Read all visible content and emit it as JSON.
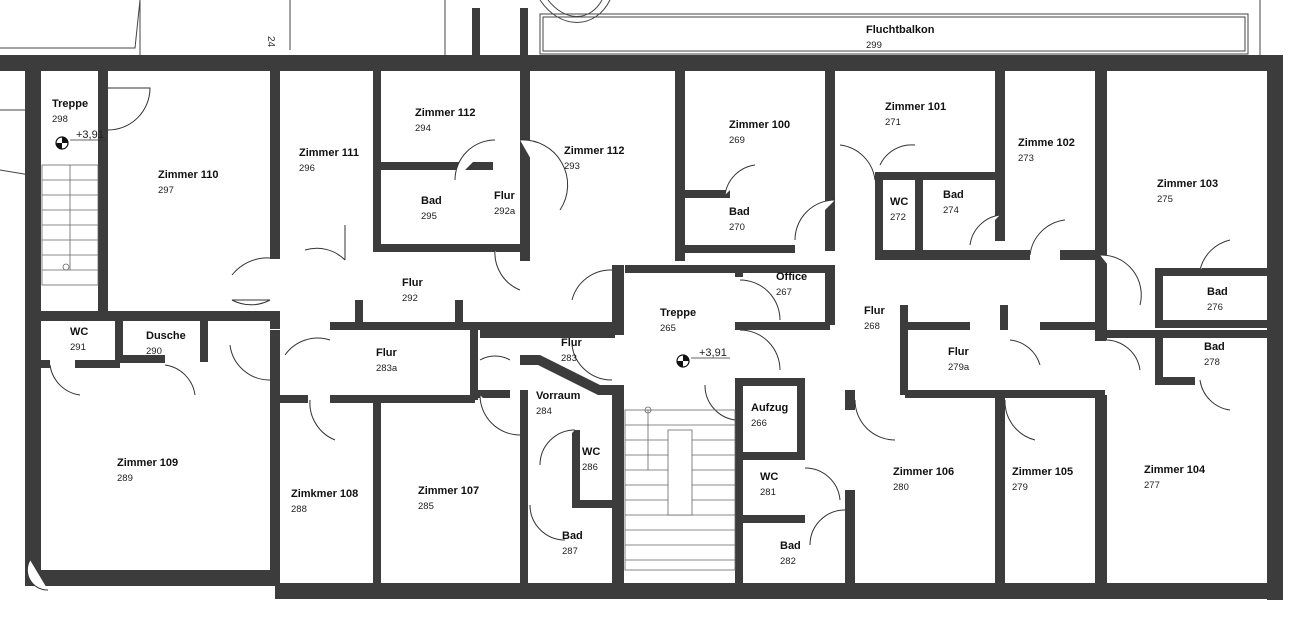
{
  "rooms": [
    {
      "id": "fluchtbalkon",
      "name": "Fluchtbalkon",
      "number": "299"
    },
    {
      "id": "treppe-298",
      "name": "Treppe",
      "number": "298"
    },
    {
      "id": "zimmer-110",
      "name": "Zimmer 110",
      "number": "297"
    },
    {
      "id": "zimmer-111",
      "name": "Zimmer 111",
      "number": "296"
    },
    {
      "id": "zimmer-112a",
      "name": "Zimmer 112",
      "number": "294"
    },
    {
      "id": "bad-295",
      "name": "Bad",
      "number": "295"
    },
    {
      "id": "flur-292a",
      "name": "Flur",
      "number": "292a"
    },
    {
      "id": "zimmer-112b",
      "name": "Zimmer 112",
      "number": "293"
    },
    {
      "id": "zimmer-100",
      "name": "Zimmer 100",
      "number": "269"
    },
    {
      "id": "bad-270",
      "name": "Bad",
      "number": "270"
    },
    {
      "id": "zimmer-101",
      "name": "Zimmer 101",
      "number": "271"
    },
    {
      "id": "wc-272",
      "name": "WC",
      "number": "272"
    },
    {
      "id": "bad-274",
      "name": "Bad",
      "number": "274"
    },
    {
      "id": "zimme-102",
      "name": "Zimme 102",
      "number": "273"
    },
    {
      "id": "zimmer-103",
      "name": "Zimmer 103",
      "number": "275"
    },
    {
      "id": "flur-292",
      "name": "Flur",
      "number": "292"
    },
    {
      "id": "office-267",
      "name": "Office",
      "number": "267"
    },
    {
      "id": "treppe-265",
      "name": "Treppe",
      "number": "265"
    },
    {
      "id": "flur-268",
      "name": "Flur",
      "number": "268"
    },
    {
      "id": "bad-276",
      "name": "Bad",
      "number": "276"
    },
    {
      "id": "bad-278",
      "name": "Bad",
      "number": "278"
    },
    {
      "id": "wc-291",
      "name": "WC",
      "number": "291"
    },
    {
      "id": "dusche-290",
      "name": "Dusche",
      "number": "290"
    },
    {
      "id": "flur-283a",
      "name": "Flur",
      "number": "283a"
    },
    {
      "id": "flur-283",
      "name": "Flur",
      "number": "283"
    },
    {
      "id": "flur-279a",
      "name": "Flur",
      "number": "279a"
    },
    {
      "id": "vorraum-284",
      "name": "Vorraum",
      "number": "284"
    },
    {
      "id": "aufzug-266",
      "name": "Aufzug",
      "number": "266"
    },
    {
      "id": "wc-286",
      "name": "WC",
      "number": "286"
    },
    {
      "id": "wc-281",
      "name": "WC",
      "number": "281"
    },
    {
      "id": "zimmer-109",
      "name": "Zimmer 109",
      "number": "289"
    },
    {
      "id": "zimkmer-108",
      "name": "Zimkmer 108",
      "number": "288"
    },
    {
      "id": "zimmer-107",
      "name": "Zimmer 107",
      "number": "285"
    },
    {
      "id": "bad-287",
      "name": "Bad",
      "number": "287"
    },
    {
      "id": "bad-282",
      "name": "Bad",
      "number": "282"
    },
    {
      "id": "zimmer-106",
      "name": "Zimmer 106",
      "number": "280"
    },
    {
      "id": "zimmer-105",
      "name": "Zimmer 105",
      "number": "279"
    },
    {
      "id": "zimmer-104",
      "name": "Zimmer 104",
      "number": "277"
    }
  ],
  "level_markers": [
    {
      "id": "level-left",
      "value": "+3,91"
    },
    {
      "id": "level-center",
      "value": "+3,91"
    }
  ],
  "dimension_text": "24"
}
